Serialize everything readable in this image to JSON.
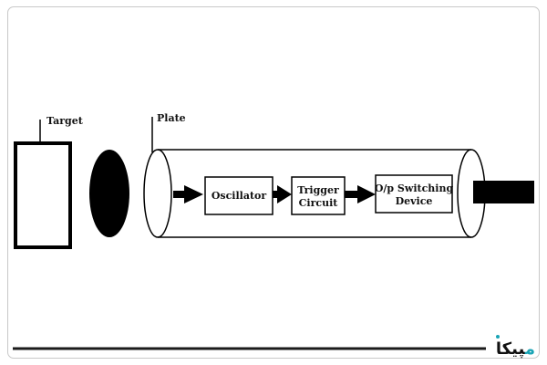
{
  "labels": {
    "target": "Target",
    "plate": "Plate"
  },
  "blocks": {
    "oscillator": [
      "Oscillator"
    ],
    "trigger": [
      "Trigger",
      "Circuit"
    ],
    "output": [
      "O/p Switching",
      "Device"
    ]
  },
  "logo": {
    "text": "پیکا",
    "mark": "م",
    "accent_color": "#19a4b5"
  }
}
